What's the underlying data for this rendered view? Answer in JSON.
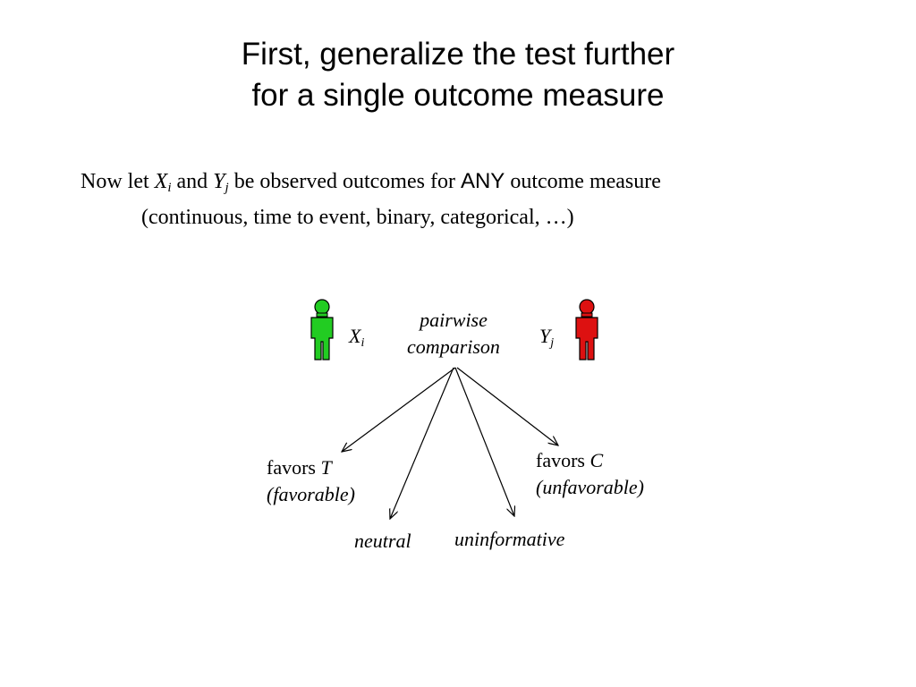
{
  "slide": {
    "title_line1": "First, generalize the test further",
    "title_line2": "for a single outcome measure"
  },
  "body": {
    "line1_pre": "Now let ",
    "x_var": "X",
    "x_sub": "i",
    "and_word": " and ",
    "y_var": "Y",
    "y_sub": "j",
    "line1_mid": " be observed outcomes for ",
    "any_word": "ANY",
    "line1_post": " outcome measure",
    "line2": "(continuous, time to event, binary, categorical, …)"
  },
  "diagram": {
    "left_person_color": "#22cc22",
    "right_person_color": "#dd1111",
    "left_label_var": "X",
    "left_label_sub": "i",
    "right_label_var": "Y",
    "right_label_sub": "j",
    "center_line1": "pairwise",
    "center_line2": "comparison",
    "outcome_favors_t_word": "favors ",
    "outcome_favors_t_var": "T",
    "outcome_favors_t_note": "(favorable)",
    "outcome_favors_c_word": "favors ",
    "outcome_favors_c_var": "C",
    "outcome_favors_c_note": "(unfavorable)",
    "outcome_neutral": "neutral",
    "outcome_uninformative": "uninformative",
    "icons": [
      "person-icon",
      "person-icon"
    ]
  }
}
